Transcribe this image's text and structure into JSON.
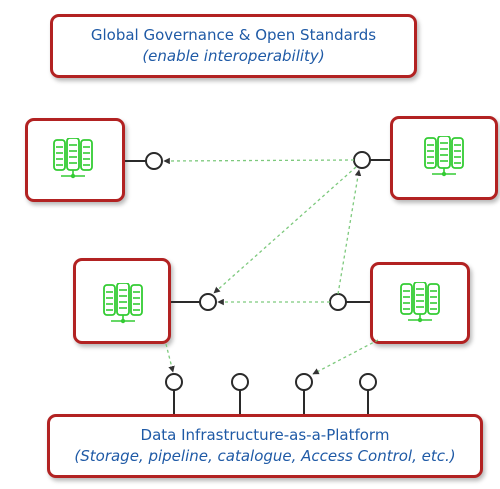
{
  "top_box": {
    "line1": "Global Governance & Open Standards",
    "line2": "(enable interoperability)"
  },
  "bottom_box": {
    "line1": "Data Infrastructure-as-a-Platform",
    "line2": "(Storage, pipeline, catalogue, Access Control, etc.)"
  },
  "nodes": [
    {
      "id": "top-left",
      "icon": "server-rack-icon"
    },
    {
      "id": "top-right",
      "icon": "server-rack-icon"
    },
    {
      "id": "middle-left",
      "icon": "server-rack-icon"
    },
    {
      "id": "middle-right",
      "icon": "server-rack-icon"
    }
  ],
  "colors": {
    "border": "#b22222",
    "text": "#1f5aa6",
    "server": "#33cc33",
    "connector": "#2a2a2a",
    "dashed": "#7dc97d"
  }
}
